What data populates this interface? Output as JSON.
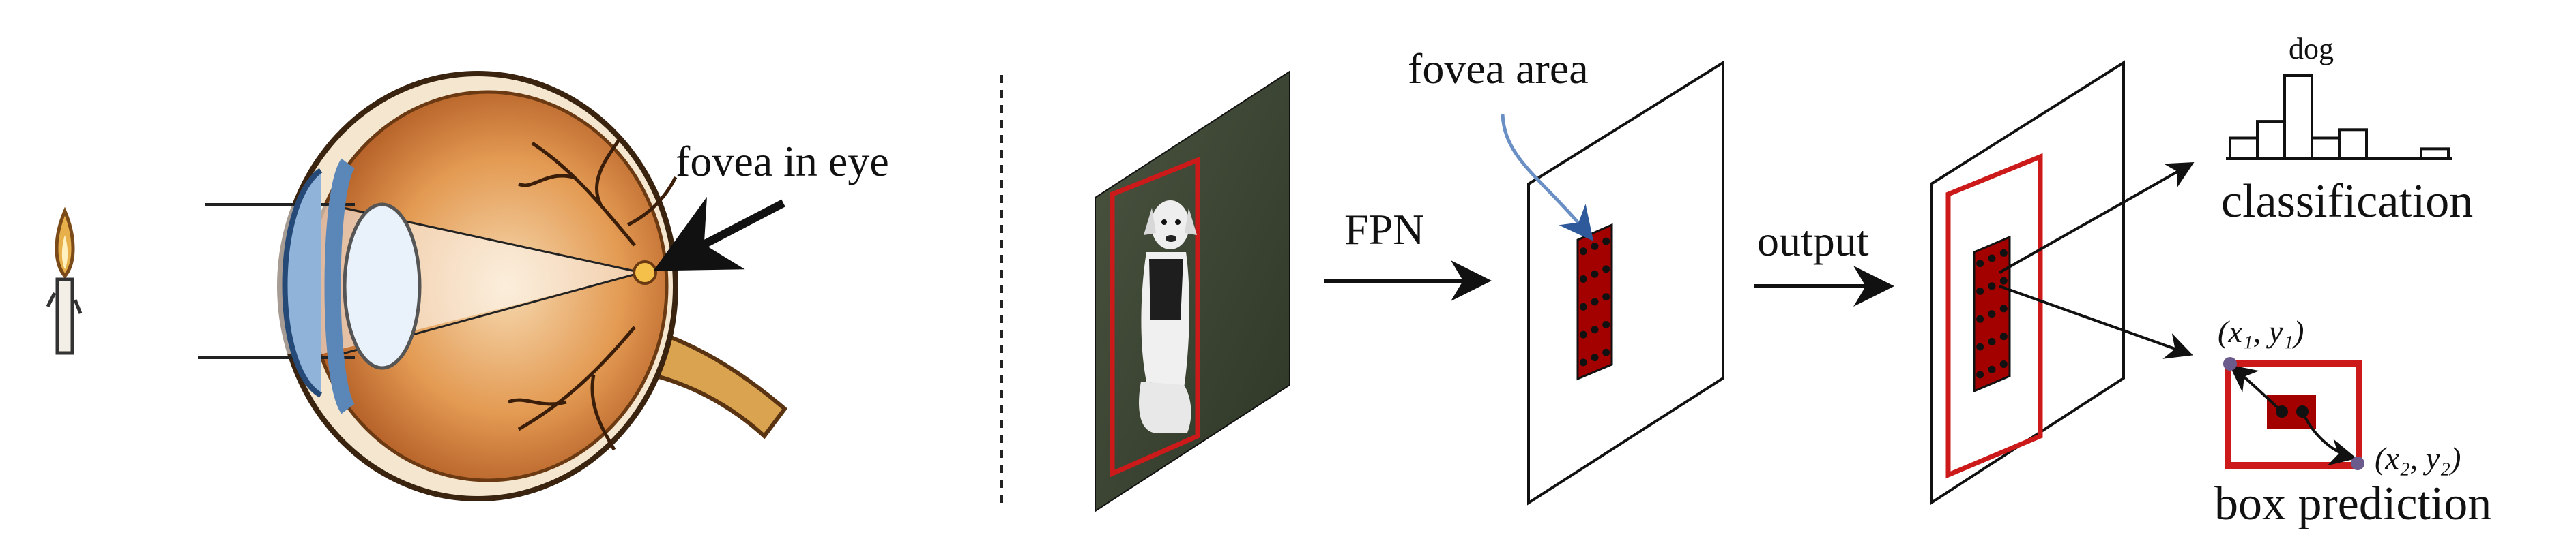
{
  "labels": {
    "fovea_in_eye": "fovea in eye",
    "fpn": "FPN",
    "fovea_area": "fovea area",
    "output": "output",
    "dog": "dog",
    "classification": "classification",
    "box_prediction": "box prediction",
    "top_left_coord": "(x₁, y₁)",
    "bottom_right_coord": "(x₂, y₂)"
  },
  "colors": {
    "fovea_red": "#a30000",
    "box_red": "#cc1a1a",
    "arrow_blue": "#6a8fc4",
    "ink": "#111111",
    "iris_blue": "#5b86b8",
    "eyeball_orange": "#d9742b",
    "grass": "#3c4534",
    "coord_dot": "#6b5b8c"
  },
  "histogram": {
    "values": [
      0.25,
      0.45,
      1.0,
      0.25,
      0.35,
      0.0,
      0.0,
      0.12
    ],
    "highlight_label": "dog"
  }
}
